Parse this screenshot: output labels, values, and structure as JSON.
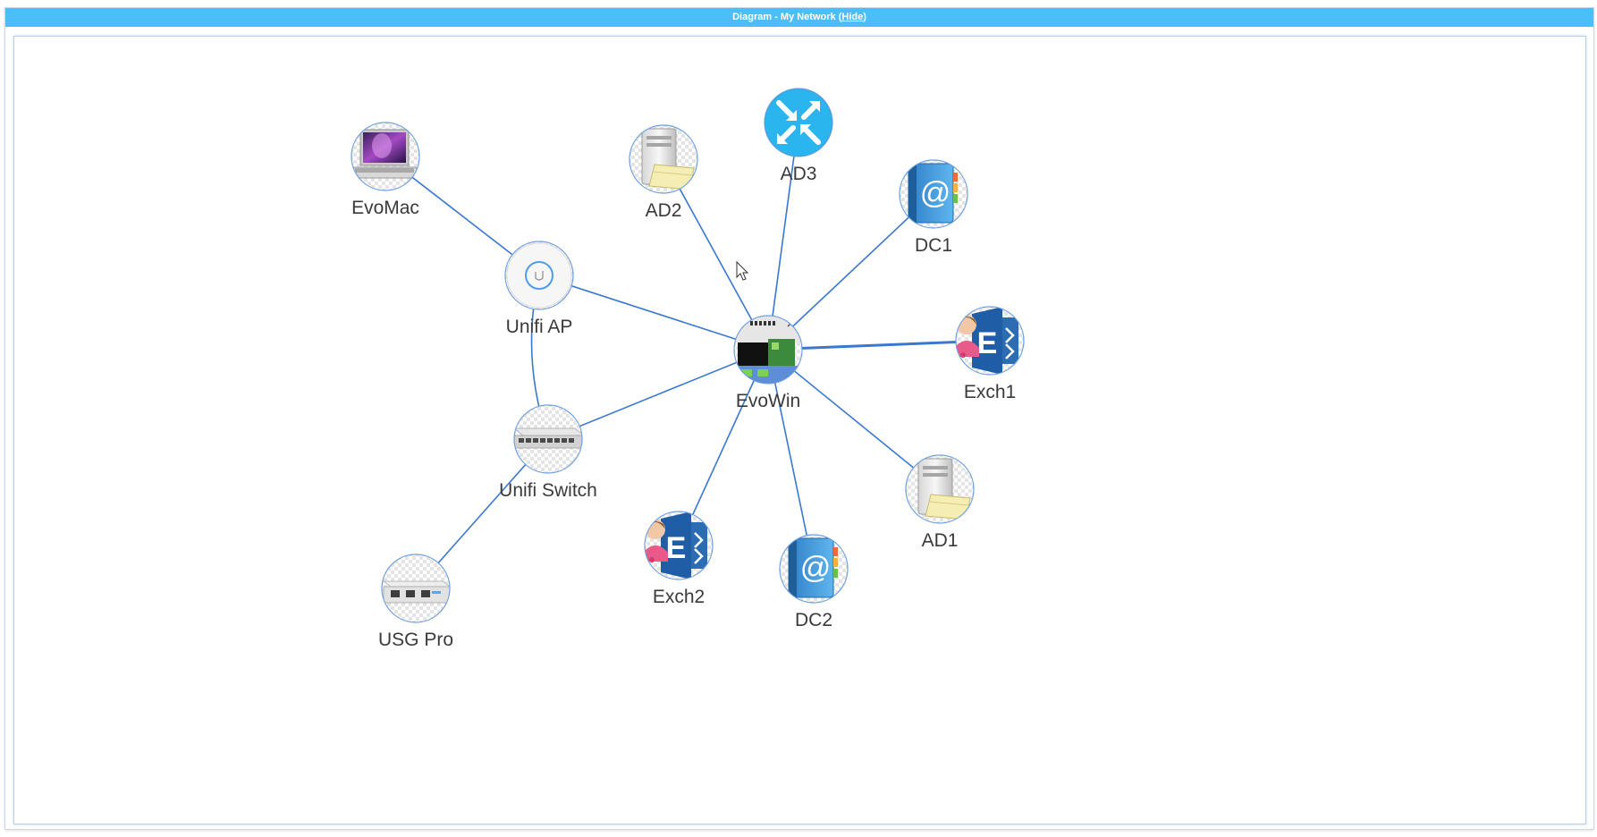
{
  "window": {
    "title_prefix": "Diagram - My Network",
    "hide_label": "Hide",
    "paren_open": "(",
    "paren_close": ")"
  },
  "colors": {
    "titlebar": "#4bbef7",
    "edge": "#3a78cf",
    "node_ring": "#6e9fde",
    "label": "#3a3a3a",
    "router_fill": "#2ab5ee"
  },
  "nodes": [
    {
      "id": "evowin",
      "label": "EvoWin",
      "icon": "nas-server-icon"
    },
    {
      "id": "evomac",
      "label": "EvoMac",
      "icon": "laptop-icon"
    },
    {
      "id": "unifi-ap",
      "label": "Unifi AP",
      "icon": "access-point-icon"
    },
    {
      "id": "unifi-switch",
      "label": "Unifi Switch",
      "icon": "network-switch-icon"
    },
    {
      "id": "usg-pro",
      "label": "USG Pro",
      "icon": "gateway-router-icon"
    },
    {
      "id": "ad2",
      "label": "AD2",
      "icon": "server-tower-icon"
    },
    {
      "id": "ad3",
      "label": "AD3",
      "icon": "router-arrows-icon"
    },
    {
      "id": "dc1",
      "label": "DC1",
      "icon": "address-book-icon"
    },
    {
      "id": "exch1",
      "label": "Exch1",
      "icon": "exchange-icon"
    },
    {
      "id": "ad1",
      "label": "AD1",
      "icon": "server-tower-icon"
    },
    {
      "id": "dc2",
      "label": "DC2",
      "icon": "address-book-icon"
    },
    {
      "id": "exch2",
      "label": "Exch2",
      "icon": "exchange-icon"
    }
  ],
  "edges": [
    {
      "from": "evomac",
      "to": "unifi-ap"
    },
    {
      "from": "unifi-ap",
      "to": "evowin"
    },
    {
      "from": "unifi-ap",
      "to": "unifi-switch"
    },
    {
      "from": "unifi-switch",
      "to": "evowin"
    },
    {
      "from": "unifi-switch",
      "to": "usg-pro"
    },
    {
      "from": "ad2",
      "to": "evowin"
    },
    {
      "from": "ad3",
      "to": "evowin"
    },
    {
      "from": "dc1",
      "to": "evowin"
    },
    {
      "from": "exch1",
      "to": "evowin"
    },
    {
      "from": "ad1",
      "to": "evowin"
    },
    {
      "from": "dc2",
      "to": "evowin"
    },
    {
      "from": "exch2",
      "to": "evowin"
    }
  ]
}
